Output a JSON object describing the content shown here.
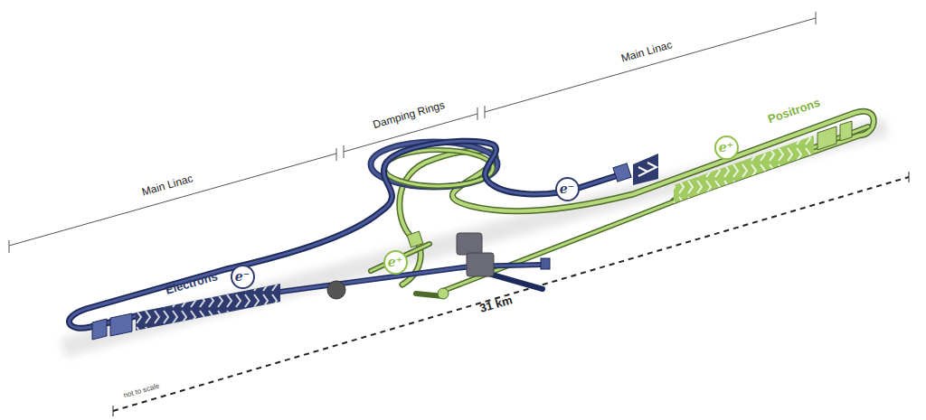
{
  "diagram": {
    "nodes": [
      {
        "text": [
          "e⁻"
        ]
      },
      {
        "text": [
          "e⁺"
        ]
      },
      {
        "text": [
          "e⁻"
        ]
      },
      {
        "text": [
          "e⁺"
        ]
      }
    ],
    "labels": [
      "Main Linac",
      "Damping Rings",
      "Main Linac",
      "Positrons",
      "Electrons",
      "31 km",
      "not to scale"
    ]
  }
}
